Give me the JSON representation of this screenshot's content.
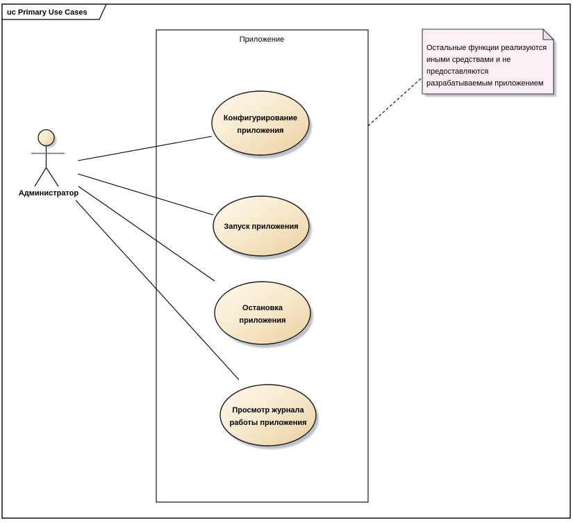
{
  "frame": {
    "tab_label": "uc Primary Use Cases"
  },
  "boundary": {
    "title": "Приложение"
  },
  "actor": {
    "name": "Администратор"
  },
  "usecases": [
    {
      "label": "Конфигурирование приложения",
      "lines": [
        "Конфигурирование",
        "приложения"
      ]
    },
    {
      "label": "Запуск приложения",
      "lines": [
        "Запуск приложения",
        ""
      ]
    },
    {
      "label": "Остановка приложения",
      "lines": [
        "Остановка",
        "приложения"
      ]
    },
    {
      "label": "Просмотр журнала работы приложения",
      "lines": [
        "Просмотр журнала",
        "работы приложения"
      ]
    }
  ],
  "note": {
    "lines": [
      "Остальные функции реализуются",
      "иными средствами и не",
      "предоставляются",
      "разрабатываемым приложением"
    ]
  },
  "relationships": [
    {
      "from": "Администратор",
      "to": "Конфигурирование приложения",
      "type": "association"
    },
    {
      "from": "Администратор",
      "to": "Запуск приложения",
      "type": "association"
    },
    {
      "from": "Администратор",
      "to": "Остановка приложения",
      "type": "association"
    },
    {
      "from": "Администратор",
      "to": "Просмотр журнала работы приложения",
      "type": "association"
    },
    {
      "from": "note",
      "to": "Приложение",
      "type": "notelink"
    }
  ],
  "colors": {
    "ellipse_light": "#FCF5E6",
    "ellipse_dark": "#EDD1A1",
    "note_fill": "#FAF0F6",
    "shadow": "#AEB7C1",
    "stroke": "#1A1A1A"
  }
}
